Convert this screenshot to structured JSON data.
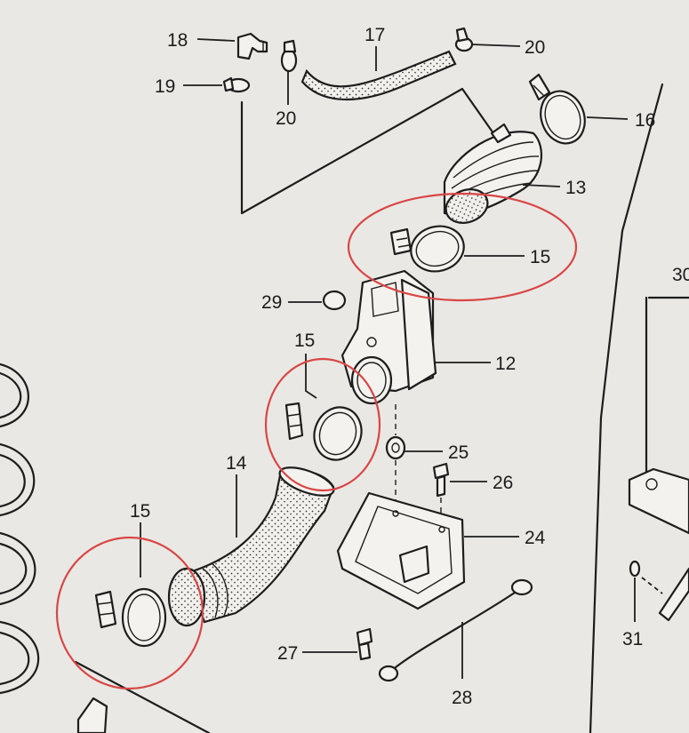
{
  "diagram": {
    "highlight_color": "#d84646",
    "labels": {
      "p12": "12",
      "p13": "13",
      "p14": "14",
      "p15a": "15",
      "p15b": "15",
      "p15c": "15",
      "p16": "16",
      "p17": "17",
      "p18": "18",
      "p19": "19",
      "p20a": "20",
      "p20b": "20",
      "p24": "24",
      "p25": "25",
      "p26": "26",
      "p27": "27",
      "p28": "28",
      "p29": "29",
      "p30": "30",
      "p31": "31"
    }
  }
}
